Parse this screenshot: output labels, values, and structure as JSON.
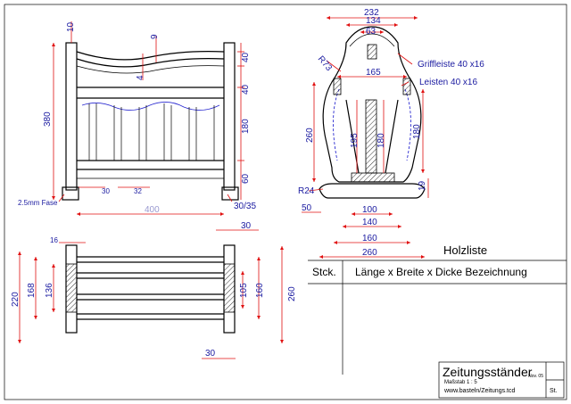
{
  "colors": {
    "dimension_line": "#e01010",
    "dimension_text": "#1a1aa0",
    "outline": "#000000",
    "hidden_line": "#2a2ad0"
  },
  "front_view": {
    "dims": {
      "top_gap": "10",
      "top_dip": "9",
      "curve_depth": "4",
      "height": "380",
      "r_40a": "40",
      "r_40b": "40",
      "r_180": "180",
      "r_60": "60",
      "foot_30": "30",
      "foot_32": "32",
      "width": "400",
      "chamfer_label": "2.5mm Fase",
      "foot_size": "30/35"
    }
  },
  "side_view": {
    "dims": {
      "d232": "232",
      "d134": "134",
      "d63": "63",
      "d165": "165",
      "r73": "R73",
      "d260": "260",
      "d195": "195",
      "d180a": "180",
      "d180b": "180",
      "d19": "19",
      "r24": "R24",
      "d50": "50",
      "d100": "100",
      "d140": "140",
      "d160": "160",
      "d260b": "260"
    },
    "labels": {
      "griffleiste": "Griffleiste 40 x16",
      "leisten": "Leisten 40 x16"
    }
  },
  "top_view": {
    "dims": {
      "d16": "16",
      "d30a": "30",
      "d220": "220",
      "d168": "168",
      "d136": "136",
      "d105": "105",
      "d160": "160",
      "d260": "260",
      "d30b": "30"
    }
  },
  "parts_list": {
    "title": "Holzliste",
    "col_qty": "Stck.",
    "col_desc": "Länge x Breite x Dicke  Bezeichnung"
  },
  "title_block": {
    "title": "Zeitungsständer",
    "scale": "Maßstab 1 : 5",
    "date": "Nov. 05",
    "url": "www.basteln/Zeitungs.tcd",
    "sheet": "St."
  }
}
